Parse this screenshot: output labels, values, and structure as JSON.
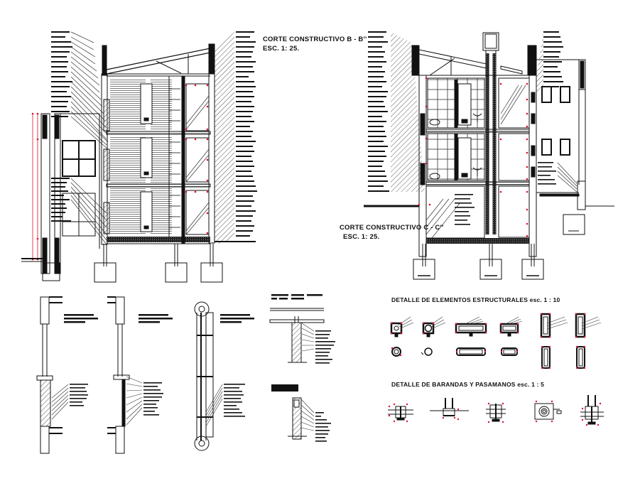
{
  "drawing": {
    "background": "#ffffff",
    "line_color": "#111111",
    "dimension_color": "#e0102a",
    "sections": [
      {
        "id": "section-b",
        "title": "CORTE CONSTRUCTIVO B - B''",
        "scale": "ESC. 1: 25."
      },
      {
        "id": "section-c",
        "title": "CORTE CONSTRUCTIVO C - C''",
        "scale": "ESC. 1: 25."
      }
    ],
    "details": [
      {
        "id": "structural-details",
        "title": "DETALLE DE ELEMENTOS ESTRUCTURALES esc. 1 : 10",
        "count": 6
      },
      {
        "id": "railing-details",
        "title": "DETALLE DE BARANDAS Y PASAMANOS esc. 1 : 5",
        "count": 5
      }
    ],
    "wall_details": {
      "count": 5
    }
  }
}
